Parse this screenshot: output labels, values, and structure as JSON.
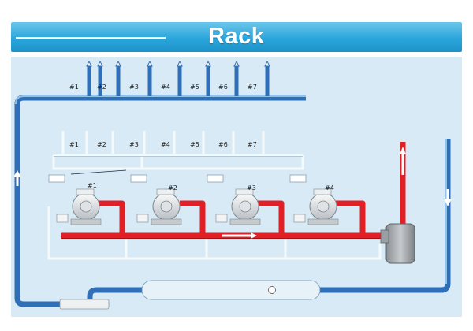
{
  "header": {
    "title": "Rack"
  },
  "upper_case_labels": [
    "#1",
    "#2",
    "#3",
    "#4",
    "#5",
    "#6",
    "#7"
  ],
  "lower_case_labels": [
    "#1",
    "#2",
    "#3",
    "#4",
    "#5",
    "#6",
    "#7"
  ],
  "compressor_labels": [
    "#1",
    "#2",
    "#3",
    "#4"
  ],
  "colors": {
    "suction_line": "#2f6fb8",
    "discharge_line": "#e31f26",
    "accent": "#2aa6dc"
  },
  "icons": [
    "arrow-up-icon",
    "arrow-down-icon",
    "arrow-right-icon",
    "compressor-icon",
    "sight-glass-icon"
  ]
}
